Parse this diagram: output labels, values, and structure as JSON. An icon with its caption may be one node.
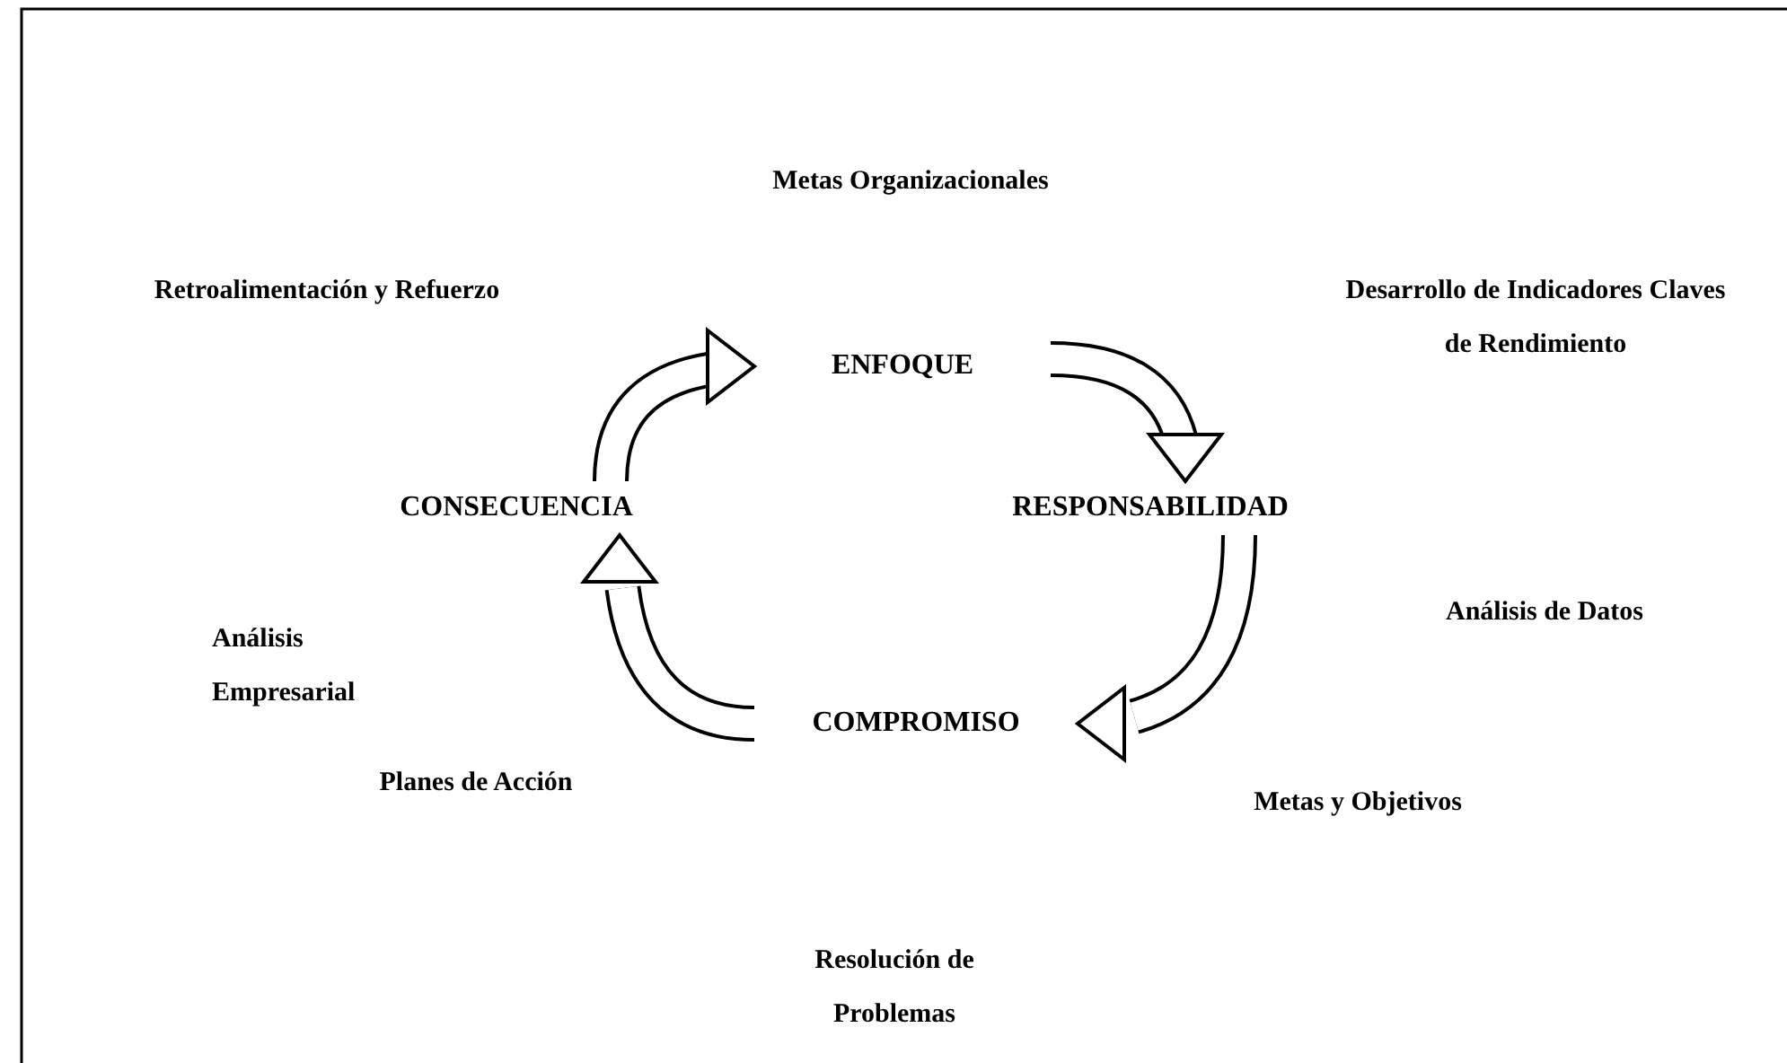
{
  "diagram": {
    "nodes": [
      {
        "text": [
          "ENFOQUE"
        ]
      },
      {
        "text": [
          "RESPONSABILIDAD"
        ]
      },
      {
        "text": [
          "COMPROMISO"
        ]
      },
      {
        "text": [
          "CONSECUENCIA"
        ]
      }
    ],
    "edges": [
      {
        "from": 3,
        "to": 0,
        "arrow": "to"
      },
      {
        "from": 0,
        "to": 1,
        "arrow": "to"
      },
      {
        "from": 1,
        "to": 2,
        "arrow": "to"
      },
      {
        "from": 2,
        "to": 3,
        "arrow": "to"
      }
    ],
    "labels": [
      "Metas Organizacionales",
      "Desarrollo de Indicadores Claves de Rendimiento",
      "Retroalimentación y Refuerzo",
      "Análisis Empresarial",
      "Análisis de Datos",
      "Metas y Objetivos",
      "Planes de Acción",
      "Resolución de Problemas"
    ]
  }
}
